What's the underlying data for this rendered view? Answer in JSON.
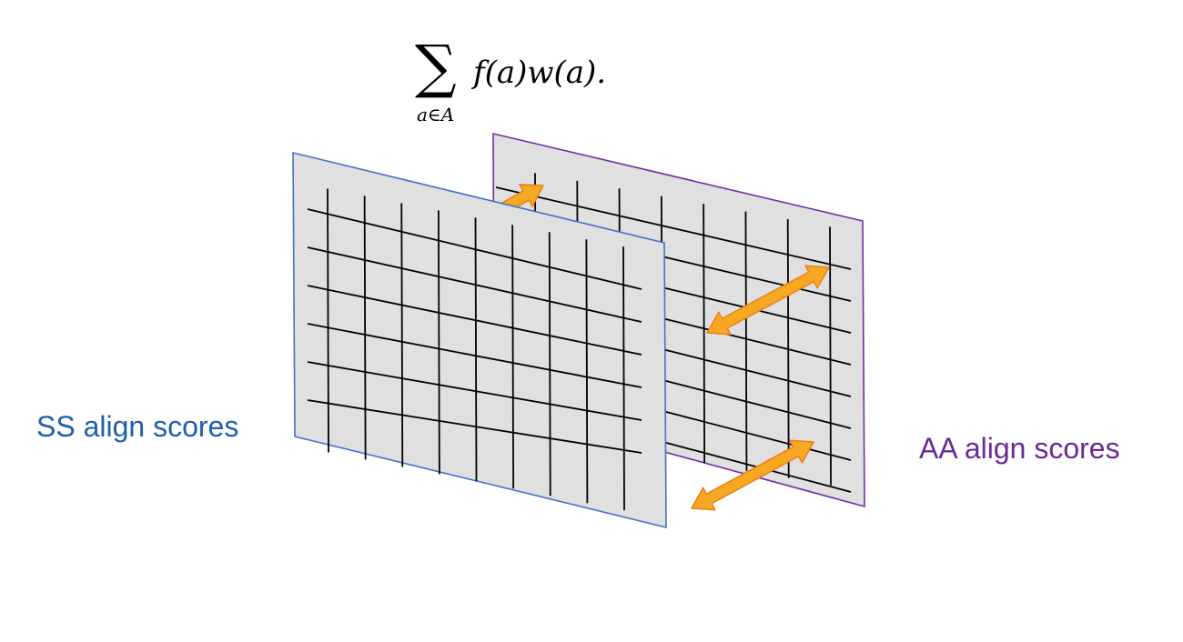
{
  "formula": {
    "symbol": "∑",
    "expression": "f(a)w(a).",
    "subscript": "a∈A"
  },
  "labels": {
    "ss": "SS align scores",
    "aa": "AA align scores"
  },
  "colors": {
    "ss": "#1f5fa8",
    "aa": "#6a2a95",
    "panel_fill": "#e0e0e0",
    "ss_border": "#4472c4",
    "aa_border": "#7030a0",
    "arrow_fill": "#f7a823",
    "arrow_stroke": "#e8801a"
  },
  "panels": [
    {
      "name": "ss-score-matrix",
      "vertical_lines": 9,
      "horizontal_lines": 6
    },
    {
      "name": "aa-score-matrix",
      "vertical_lines": 8,
      "horizontal_lines": 8
    }
  ],
  "arrows": [
    {
      "name": "alignment-arrow-top",
      "type": "single-headed"
    },
    {
      "name": "alignment-arrow-middle",
      "type": "double-headed"
    },
    {
      "name": "alignment-arrow-bottom",
      "type": "double-headed"
    }
  ]
}
